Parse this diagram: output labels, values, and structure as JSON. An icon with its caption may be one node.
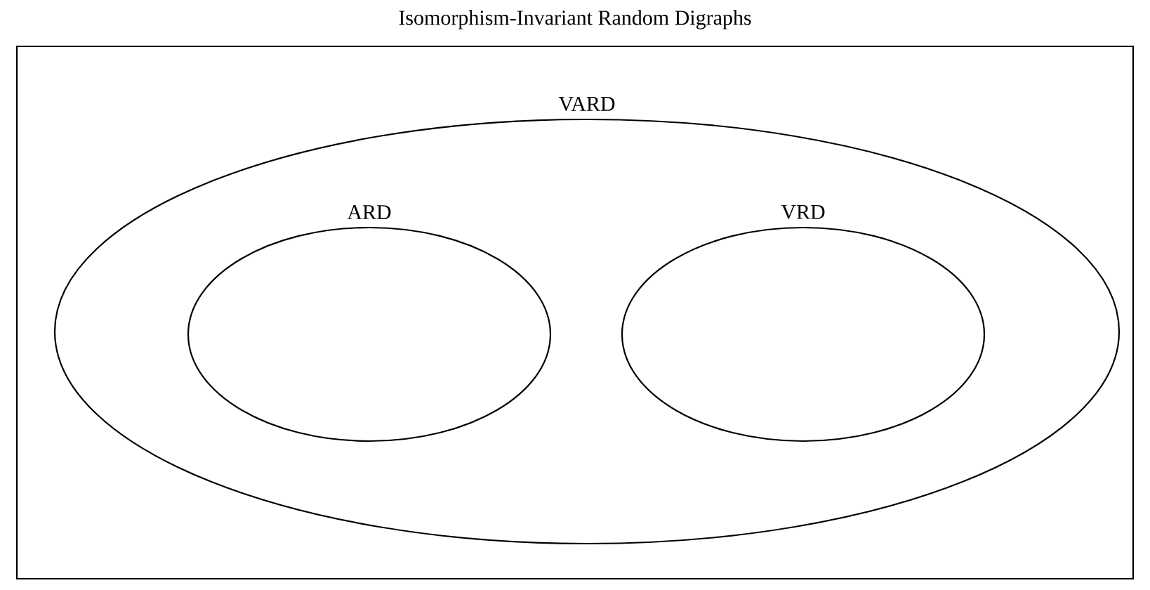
{
  "diagram": {
    "nodes": [
      {
        "text": [
          "Isomorphism-Invariant Random Digraphs"
        ]
      },
      {
        "text": [
          "VARD"
        ],
        "in": 0
      },
      {
        "text": [
          "ARD"
        ],
        "in": 1
      },
      {
        "text": [
          "VRD"
        ],
        "in": 1
      }
    ]
  }
}
